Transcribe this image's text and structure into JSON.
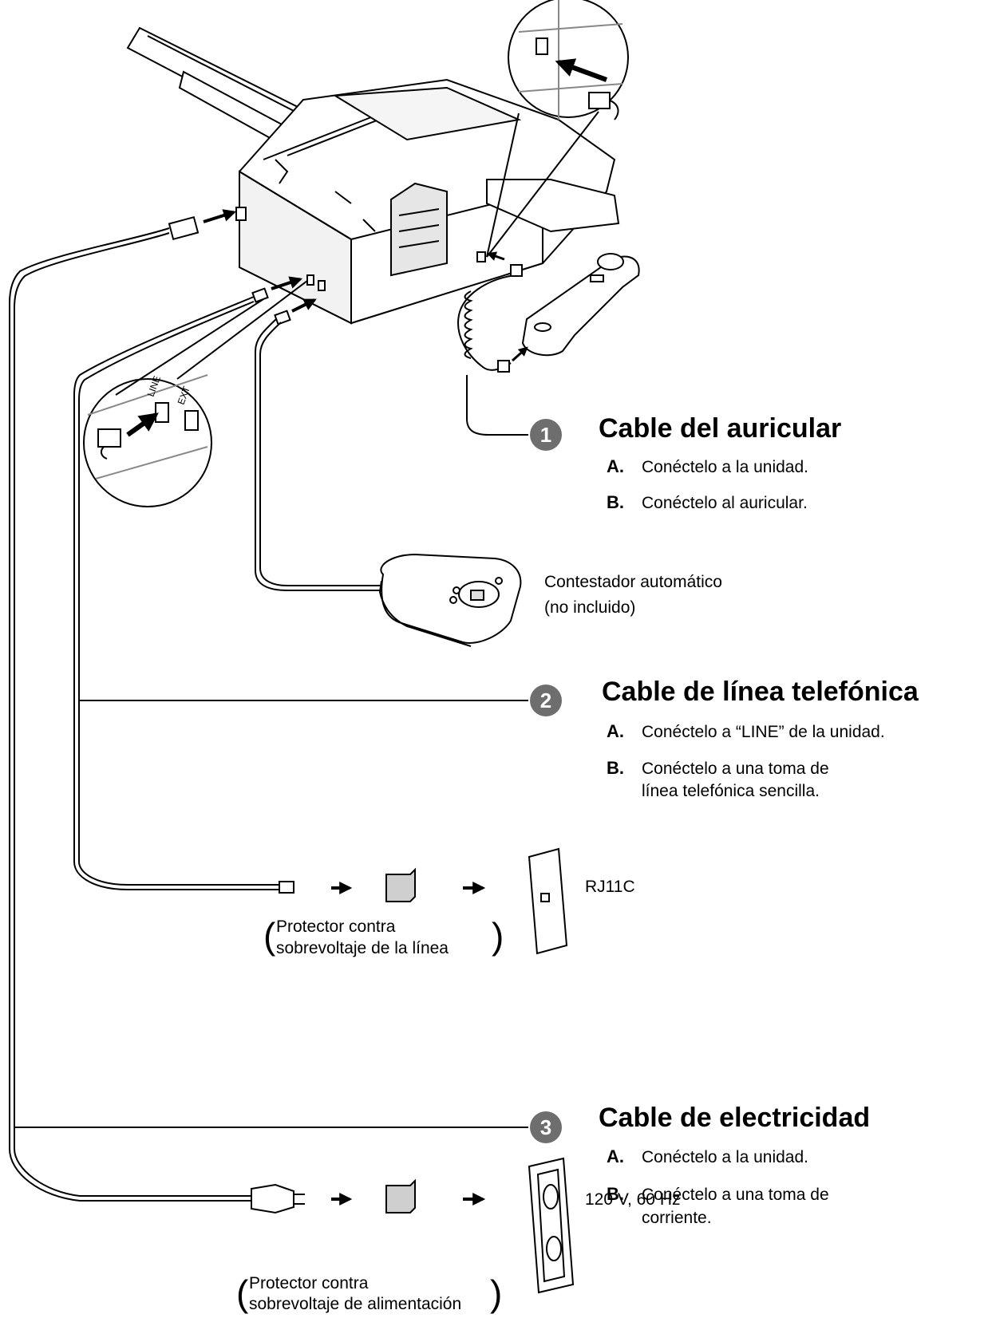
{
  "steps": [
    {
      "number": "1",
      "title": "Cable del auricular",
      "items": [
        {
          "letter": "A.",
          "text": "Conéctelo a la unidad."
        },
        {
          "letter": "B.",
          "text": "Conéctelo al auricular."
        }
      ]
    },
    {
      "number": "2",
      "title": "Cable de línea telefónica",
      "items": [
        {
          "letter": "A.",
          "text": "Conéctelo a “LINE” de la unidad."
        },
        {
          "letter": "B.",
          "text": "Conéctelo a una toma de",
          "text2": "línea telefónica sencilla."
        }
      ]
    },
    {
      "number": "3",
      "title": "Cable de electricidad",
      "items": [
        {
          "letter": "A.",
          "text": "Conéctelo a la unidad."
        },
        {
          "letter": "B.",
          "text": "Conéctelo a una toma de",
          "text2": "corriente."
        }
      ]
    }
  ],
  "answering_machine": {
    "line1": "Contestador automático",
    "line2": "(no incluido)"
  },
  "phone_jack": {
    "label": "RJ11C"
  },
  "line_protector": {
    "line1": "Protector contra",
    "line2": "sobrevoltaje de la línea"
  },
  "power_outlet": {
    "label": "120 V, 60 Hz"
  },
  "power_protector": {
    "line1": "Protector contra",
    "line2": "sobrevoltaje de alimentación"
  },
  "port_labels": {
    "line": "LINE",
    "ext": "EXT"
  },
  "colors": {
    "badge": "#6e6e6e",
    "line": "#000000",
    "shade": "#d8d8d8"
  }
}
